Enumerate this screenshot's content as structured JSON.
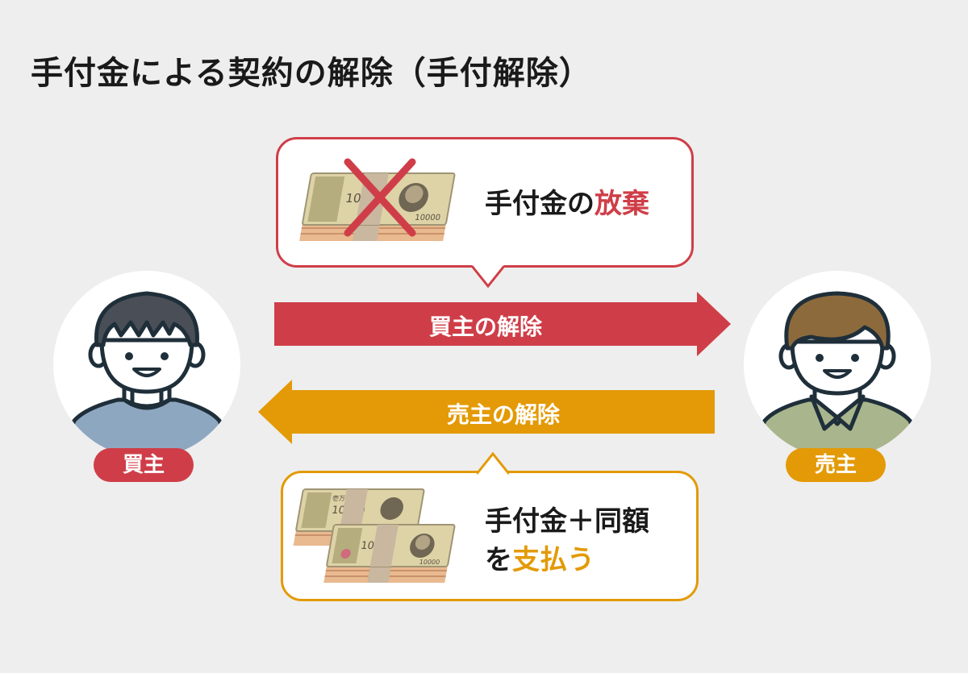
{
  "title": "手付金による契約の解除（手付解除）",
  "top_bubble": {
    "text_main": "手付金の",
    "text_accent": "放棄"
  },
  "bottom_bubble": {
    "line1": "手付金＋同額",
    "line2_prefix": "を",
    "line2_accent": "支払う"
  },
  "arrow_buyer": {
    "label": "買主の解除",
    "direction": "right"
  },
  "arrow_seller": {
    "label": "売主の解除",
    "direction": "left"
  },
  "buyer": {
    "label": "買主"
  },
  "seller": {
    "label": "売主"
  },
  "banknote": {
    "text_value": "10000",
    "text_header": "壱万円"
  },
  "colors": {
    "red": "#cf3e48",
    "orange": "#e39a06",
    "background": "#eeeeee",
    "buyer_shirt": "#8ea7c1",
    "seller_shirt": "#a9b58c"
  }
}
